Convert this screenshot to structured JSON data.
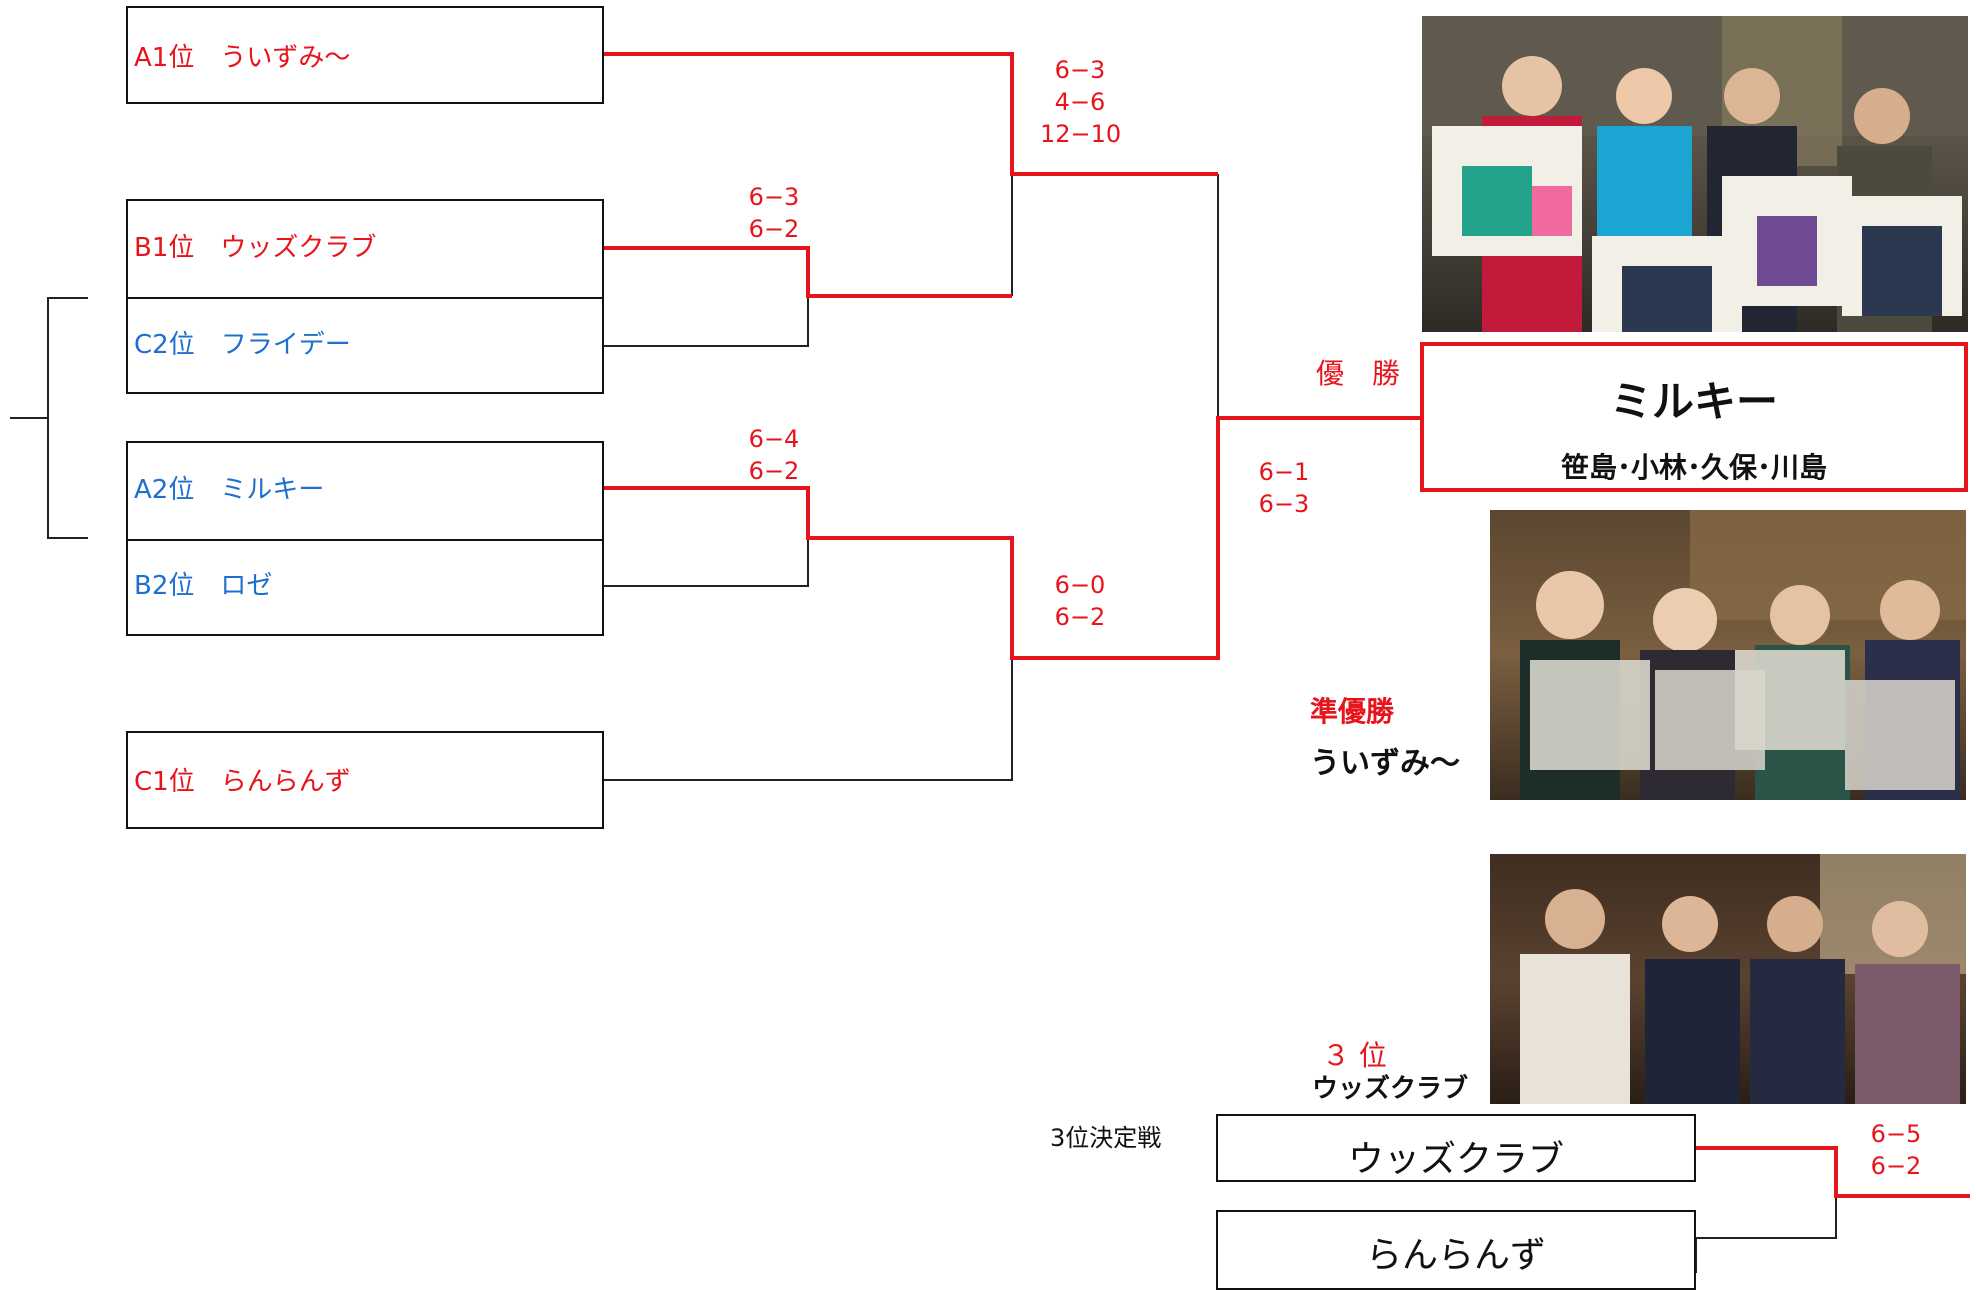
{
  "bracket": {
    "teams": [
      {
        "rank": "A1位",
        "name": "ういずみ〜",
        "color": "red"
      },
      {
        "rank": "B1位",
        "name": "ウッズクラブ",
        "color": "red"
      },
      {
        "rank": "C2位",
        "name": "フライデー",
        "color": "blue"
      },
      {
        "rank": "A2位",
        "name": "ミルキー",
        "color": "blue"
      },
      {
        "rank": "B2位",
        "name": "ロゼ",
        "color": "blue"
      },
      {
        "rank": "C1位",
        "name": "らんらんず",
        "color": "red"
      }
    ],
    "scores": {
      "r1_top": [
        "6−3",
        "6−2"
      ],
      "r1_bottom": [
        "6−4",
        "6−2"
      ],
      "semi_top": [
        "6−3",
        "4−6",
        "12−10"
      ],
      "semi_bottom": [
        "6−0",
        "6−2"
      ],
      "final": [
        "6−1",
        "6−3"
      ],
      "third": [
        "6−5",
        "6−2"
      ]
    }
  },
  "champion": {
    "label": "優　勝",
    "team": "ミルキー",
    "members": "笹島･小林･久保･川島"
  },
  "runner_up": {
    "label": "準優勝",
    "team": "ういずみ〜"
  },
  "third_place": {
    "label": "３ 位",
    "team": "ウッズクラブ",
    "match_label": "3位決定戦",
    "team_top": "ウッズクラブ",
    "team_bottom": "らんらんず"
  },
  "colors": {
    "winner_line": "#e8141c",
    "rank_red": "#e8141c",
    "rank_blue": "#1f6fcf"
  },
  "photos": [
    "team-photo-champion",
    "team-photo-runner-up",
    "team-photo-third-place"
  ]
}
